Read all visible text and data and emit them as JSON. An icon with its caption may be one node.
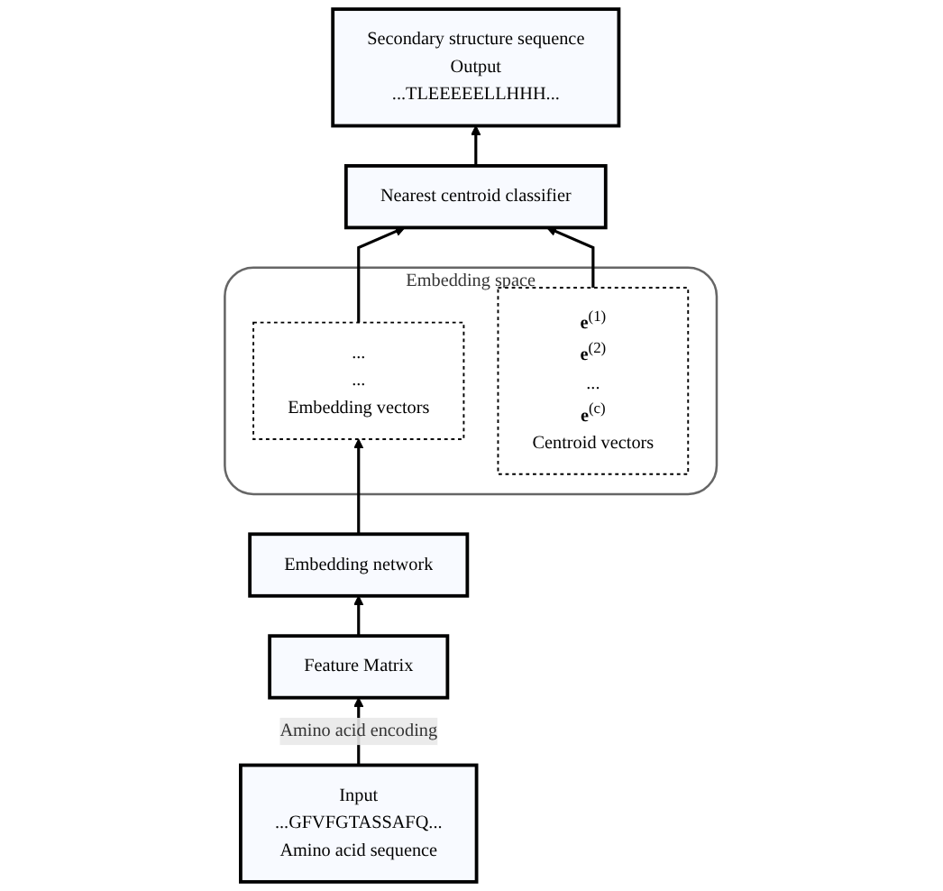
{
  "diagram": {
    "nodes": [
      {
        "text": [
          "Secondary structure sequence",
          "Output",
          "...TLEEEEELLHHH..."
        ]
      },
      {
        "text": [
          "Nearest centroid classifier"
        ]
      },
      {
        "text": [
          "Embedding space"
        ]
      },
      {
        "text": [
          "...",
          "...",
          "Embedding vectors"
        ],
        "in": 2
      },
      {
        "text": [
          "**e**$^{(1)}$",
          "**e**$^{(2)}$",
          "...",
          "**e**$^{(c)}$",
          "Centroid vectors"
        ],
        "in": 2
      },
      {
        "text": [
          "Embedding network"
        ]
      },
      {
        "text": [
          "Feature Matrix"
        ]
      },
      {
        "text": [
          "Input",
          "...GFVFGTASSAFQ...",
          "Amino acid sequence"
        ]
      }
    ],
    "edges": [
      {
        "from": 7,
        "to": 6,
        "arrow": "to",
        "label": "Amino acid encoding"
      },
      {
        "from": 6,
        "to": 5,
        "arrow": "to"
      },
      {
        "from": 5,
        "to": 3,
        "arrow": "to"
      },
      {
        "from": 3,
        "to": 1,
        "arrow": "to"
      },
      {
        "from": 4,
        "to": 1,
        "arrow": "to"
      },
      {
        "from": 1,
        "to": 0,
        "arrow": "to"
      }
    ]
  }
}
